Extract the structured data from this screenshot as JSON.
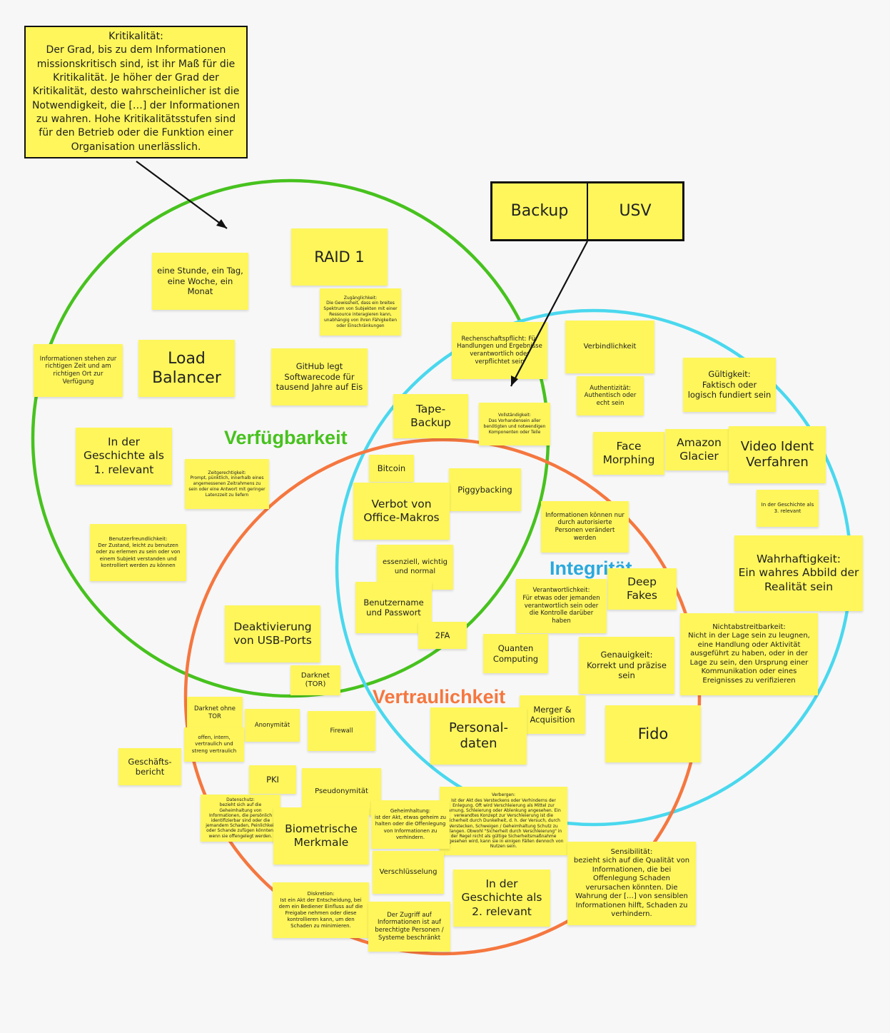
{
  "colors": {
    "verfuegbarkeit": "#47c21e",
    "integritaet": "#4ad8ee",
    "vertraulichkeit": "#f5773f",
    "note": "#fef65b"
  },
  "labels": {
    "verfuegbarkeit": "Verfügbarkeit",
    "integritaet": "Integrität",
    "vertraulichkeit": "Vertraulichkeit"
  },
  "notes": {
    "kritikalitaet": "Kritikalität:\nDer Grad, bis zu dem Informationen missionskritisch sind, ist ihr Maß für die Kritikalität. Je höher der Grad der Kritikalität, desto wahrscheinlicher ist die Notwendigkeit, die […] der Informationen zu wahren. Hohe Kritikalitätsstufen sind für den Betrieb oder die Funktion einer Organisation unerlässlich.",
    "backup": "Backup",
    "usv": "USV",
    "stunde": "eine Stunde, ein Tag, eine Woche, ein Monat",
    "raid": "RAID 1",
    "zugaenglichkeit": "Zugänglichkeit:\nDie Gewissheit, dass ein breites Spektrum von Subjekten mit einer Ressource interagieren kann, unabhängig von ihren Fähigkeiten oder Einschränkungen",
    "info_zeit": "Informationen stehen zur richtigen Zeit und am richtigen Ort zur Verfügung",
    "load_balancer": "Load Balancer",
    "github": "GitHub legt Softwarecode für tausend Jahre auf Eis",
    "rechenschaft": "Rechenschaftspflicht: Für Handlungen und Ergebnisse verantwortlich oder verpflichtet sein",
    "verbindlichkeit": "Verbindlichkeit",
    "gueltigkeit": "Gültigkeit:\nFaktisch oder logisch fundiert sein",
    "authentizitaet": "Authentizität:\nAuthentisch oder echt sein",
    "tape_backup": "Tape-Backup",
    "vollstaendigkeit": "Vollständigkeit:\nDas Vorhandensein aller benötigten und notwendigen Komponenten oder Teile",
    "geschichte1": "In der Geschichte als 1. relevant",
    "zeitgerecht": "Zeitgerechtigkeit:\nPrompt, pünktlich, innerhalb eines angemessenen Zeitrahmens zu sein oder eine Antwort mit geringer Latenzzeit zu liefern",
    "bitcoin": "Bitcoin",
    "piggybacking": "Piggybacking",
    "face_morphing": "Face Morphing",
    "amazon_glacier": "Amazon Glacier",
    "video_ident": "Video Ident Verfahren",
    "verbot_makros": "Verbot von Office-Makros",
    "info_autorisiert": "Informationen können nur durch autorisierte Personen verändert werden",
    "geschichte3": "In der Geschichte als 3. relevant",
    "benutzerfreundlichkeit": "Benutzerfreundlichkeit:\nDer Zustand, leicht zu benutzen oder zu erlernen zu sein oder von einem Subjekt verstanden und kontrolliert werden zu können",
    "essenziell": "essenziell, wichtig und normal",
    "wahrhaftigkeit": "Wahrhaftigkeit:\nEin wahres Abbild der Realität sein",
    "deep_fakes": "Deep Fakes",
    "verantwortlichkeit": "Verantwortlichkeit:\nFür etwas oder jemanden verantwortlich sein oder die Kontrolle darüber haben",
    "benutzername": "Benutzername und Passwort",
    "nichtabstreitbarkeit": "Nichtabstreitbarkeit:\nNicht in der Lage sein zu leugnen, eine Handlung oder Aktivität ausgeführt zu haben, oder in der Lage zu sein, den Ursprung einer Kommunikation oder eines Ereignisses zu verifizieren",
    "deaktivierung_usb": "Deaktivierung von USB-Ports",
    "zweifa": "2FA",
    "quanten": "Quanten Computing",
    "genauigkeit": "Genauigkeit:\nKorrekt und präzise sein",
    "darknet_tor": "Darknet (TOR)",
    "merger": "Merger & Acquisition",
    "darknet_ohne": "Darknet ohne TOR",
    "anonymitaet": "Anonymität",
    "firewall": "Firewall",
    "personaldaten": "Personal-daten",
    "fido": "Fido",
    "offen": "offen, intern, vertraulich und streng vertraulich",
    "geschaeftsbericht": "Geschäfts-bericht",
    "pki": "PKI",
    "pseudonymitaet": "Pseudonymität",
    "verbergen": "Verbergen:\nIst der Akt des Versteckens oder Verhinderns der Enlegung. Oft wird Verschleierung als Mittel zur Tarnung, Schleierung oder Ablenkung angesehen. Ein verwandtes Konzept zur Verschleierung ist die Sicherheit durch Dunkelheit, d. h. der Versuch, durch Verstecken, Schweigen / Geheimhaltung Schutz zu erlangen. Obwohl \"Sicherheit durch Verschleierung\" in der Regel nicht als gültige Sicherheitsmaßnahme angesehen wird, kann sie in einigen Fällen dennoch von Nutzen sein.",
    "datenschutz": "Datenschutz:\nbezieht sich auf die Geheimhaltung von Informationen, die persönlich identifizierbar sind oder die jemandem Schaden, Peinlichkeit oder Schande zufügen könnten, wenn sie offengelegt werden.",
    "biometrische": "Biometrische Merkmale",
    "geheimhaltung": "Geheimhaltung:\nist der Akt, etwas geheim zu halten oder die Offenlegung von Informationen zu verhindern.",
    "sensibilitaet": "Sensibilität:\nbezieht sich auf die Qualität von Informationen, die bei Offenlegung Schaden verursachen könnten. Die Wahrung der […] von sensiblen Informationen hilft, Schaden zu verhindern.",
    "verschluesselung": "Verschlüsselung",
    "geschichte2": "In der Geschichte als 2. relevant",
    "diskretion": "Diskretion:\nIst ein Akt der Entscheidung, bei dem ein Bediener Einfluss auf die Freigabe nehmen oder diese kontrollieren kann, um den Schaden zu minimieren.",
    "zugriff": "Der Zugriff auf Informationen ist auf berechtigte Personen / Systeme beschränkt"
  }
}
